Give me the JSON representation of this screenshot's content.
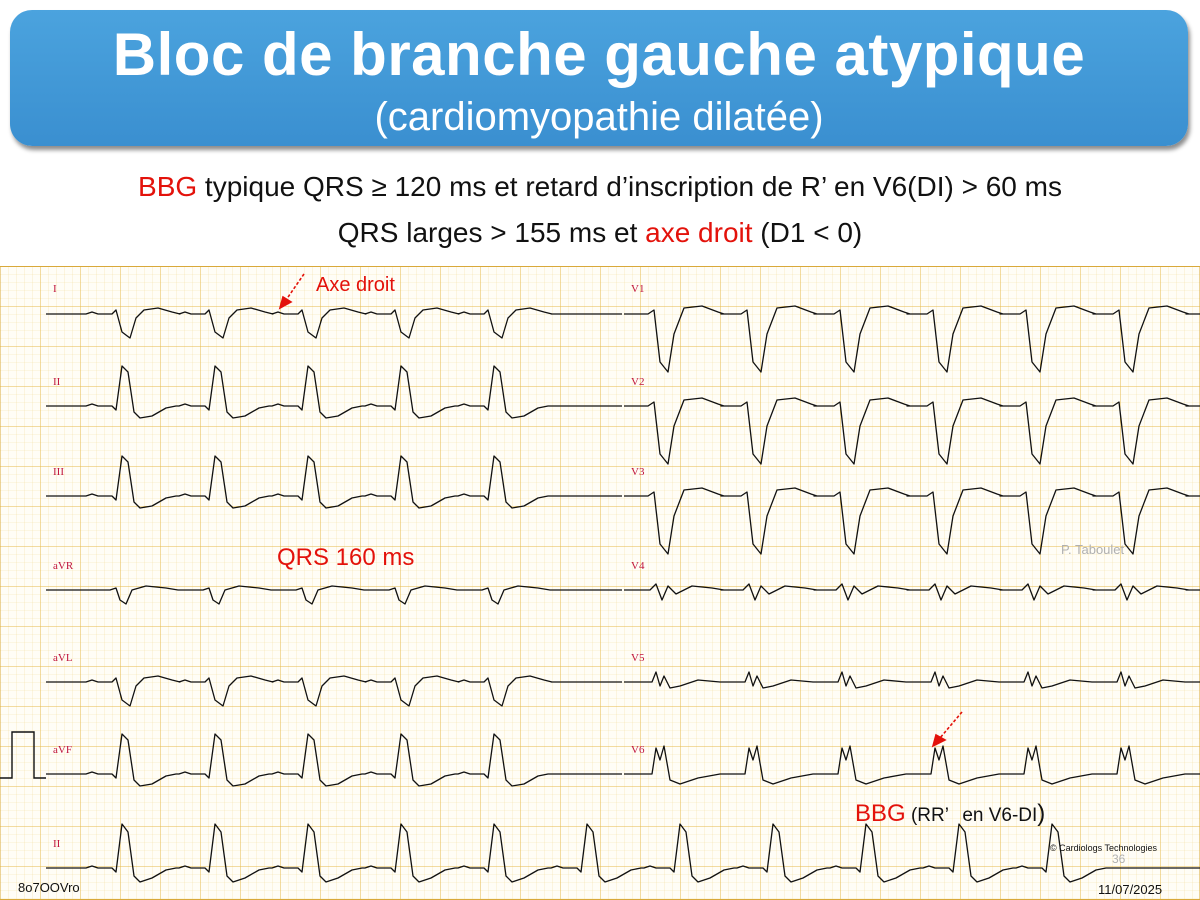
{
  "title": {
    "main": "Bloc de branche gauche atypique",
    "sub": "(cardiomyopathie dilatée)"
  },
  "criteria": {
    "line1_red": "BBG",
    "line1_rest": " typique QRS ≥ 120 ms et retard d’inscription de R’ en V6(DI) > 60 ms",
    "line2_start": "QRS larges > 155 ms et ",
    "line2_red": "axe droit",
    "line2_end": " (D1 < 0)"
  },
  "leads": {
    "left": [
      "I",
      "II",
      "III",
      "aVR",
      "aVL",
      "aVF",
      "II"
    ],
    "right": [
      "V1",
      "V2",
      "V3",
      "V4",
      "V5",
      "V6"
    ]
  },
  "annotations": {
    "axe": "Axe droit",
    "qrs": "QRS 160 ms",
    "bbg_red": "BBG",
    "bbg_rest_1": " (RR’",
    "bbg_rest_2": "en V6-DI",
    "bbg_close": ")"
  },
  "credits": {
    "author": "P. Taboulet",
    "copyright": "© Cardiologs Technologies",
    "slide_number": "36"
  },
  "footer": {
    "code": "8o7OOVro",
    "date": "11/07/2025"
  },
  "colors": {
    "title_bg": "#3f96d5",
    "accent_red": "#e3120b",
    "grid_major": "#e6b94a",
    "grid_minor": "#f3dfa4",
    "trace": "#111111"
  }
}
